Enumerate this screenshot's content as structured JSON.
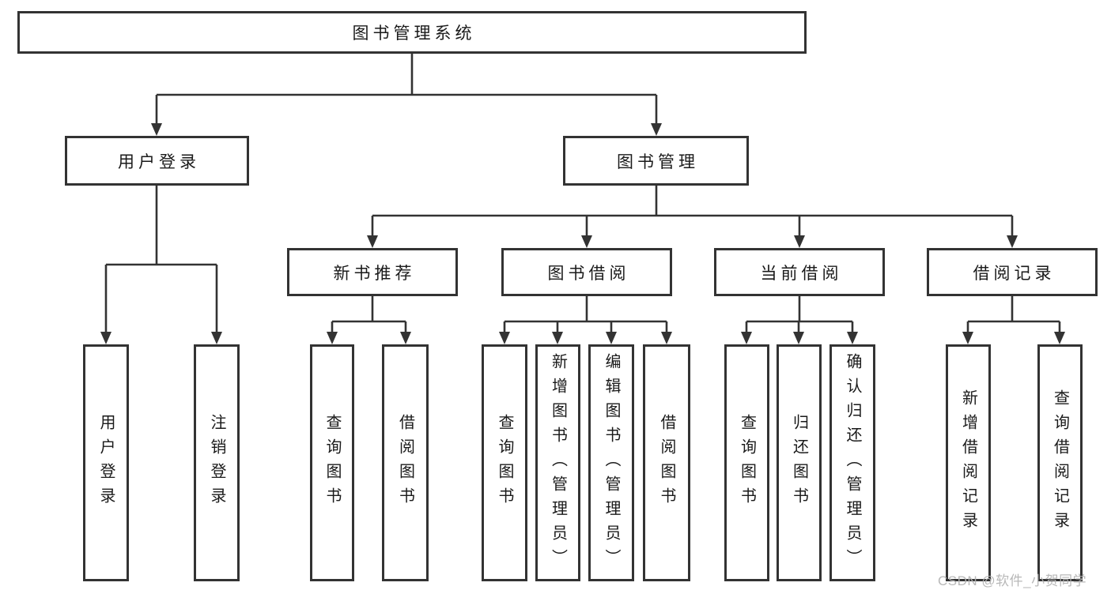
{
  "tree": {
    "root": {
      "label": "图书管理系统"
    },
    "branches": [
      {
        "label": "用户登录",
        "children": [
          {
            "label": "用户登录"
          },
          {
            "label": "注销登录"
          }
        ]
      },
      {
        "label": "图书管理",
        "children": [
          {
            "label": "新书推荐",
            "children": [
              {
                "label": "查询图书"
              },
              {
                "label": "借阅图书"
              }
            ]
          },
          {
            "label": "图书借阅",
            "children": [
              {
                "label": "查询图书"
              },
              {
                "label": "新增图书（管理员）"
              },
              {
                "label": "编辑图书（管理员）"
              },
              {
                "label": "借阅图书"
              }
            ]
          },
          {
            "label": "当前借阅",
            "children": [
              {
                "label": "查询图书"
              },
              {
                "label": "归还图书"
              },
              {
                "label": "确认归还（管理员）"
              }
            ]
          },
          {
            "label": "借阅记录",
            "children": [
              {
                "label": "新增借阅记录"
              },
              {
                "label": "查询借阅记录"
              }
            ]
          }
        ]
      }
    ]
  },
  "watermark": {
    "text": "CSDN @软件_小贺同学"
  },
  "colors": {
    "line": "#333333",
    "text": "#1a1a1a",
    "watermark": "#b3b3b3",
    "background": "#ffffff"
  }
}
